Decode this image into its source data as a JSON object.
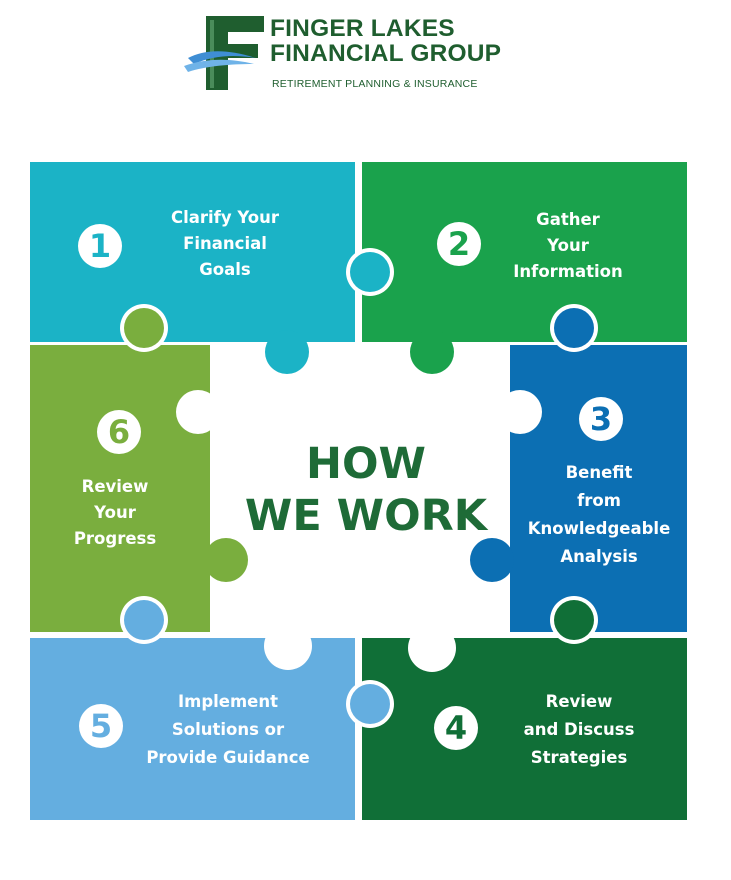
{
  "brand": {
    "line1": "FINGER LAKES",
    "line2": "FINANCIAL GROUP",
    "tagline": "RETIREMENT PLANNING  &  INSURANCE",
    "colors": {
      "primary": "#1f5e2f",
      "accent": "#3f8ed4"
    }
  },
  "center": {
    "title": "HOW\nWE WORK",
    "color": "#1e6b37"
  },
  "steps": [
    {
      "number": "1",
      "label": "Clarify Your\nFinancial\nGoals",
      "color": "#1bb3c6"
    },
    {
      "number": "2",
      "label": "Gather\nYour\nInformation",
      "color": "#1aa24c"
    },
    {
      "number": "3",
      "label": "Benefit\nfrom\nKnowledgeable\nAnalysis",
      "color": "#0c6fb3"
    },
    {
      "number": "4",
      "label": "Review\nand Discuss\nStrategies",
      "color": "#106f37"
    },
    {
      "number": "5",
      "label": "Implement\nSolutions or\nProvide Guidance",
      "color": "#64aee0"
    },
    {
      "number": "6",
      "label": "Review\nYour\nProgress",
      "color": "#7aae3e"
    }
  ]
}
